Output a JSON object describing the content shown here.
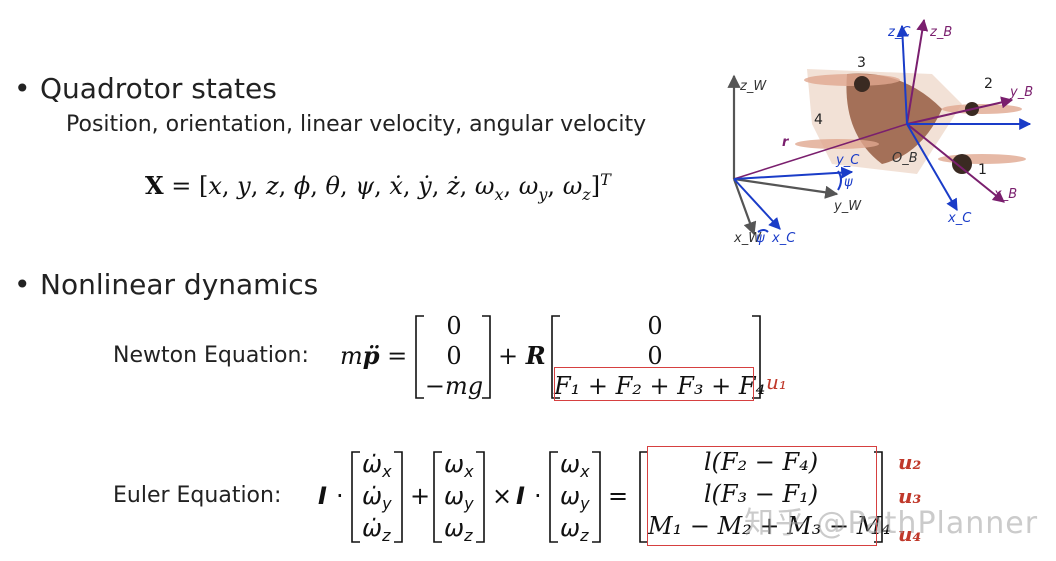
{
  "bullets": {
    "states_title": "Quadrotor states",
    "states_sub": "Position, orientation, linear velocity, angular velocity",
    "dynamics_title": "Nonlinear dynamics"
  },
  "state_eq": "X = [x, y, z, φ, θ, ψ, ẋ, ẏ, ż, ω_x, ω_y, ω_z]^T",
  "newton": {
    "label": "Newton Equation:",
    "lhs": "mp̈ =",
    "col1": [
      "0",
      "0",
      "−mg"
    ],
    "plus_r": "+ R",
    "col2": [
      "0",
      "0",
      "F₁ + F₂ + F₃ + F₄"
    ],
    "u_label": "u₁"
  },
  "euler": {
    "label": "Euler Equation:",
    "u_labels": [
      "u₂",
      "u₃",
      "u₄"
    ],
    "rhs": [
      "l(F₂ − F₄)",
      "l(F₃ − F₁)",
      "M₁ − M₂ + M₃ − M₄"
    ]
  },
  "diagram": {
    "axes": [
      "z_W",
      "y_W",
      "x_W",
      "z_C",
      "z_B",
      "y_B",
      "y_C",
      "x_B",
      "x_C",
      "O_B",
      "r",
      "ψ"
    ],
    "rotor_numbers": [
      "1",
      "2",
      "3",
      "4"
    ]
  },
  "watermark": "知乎 @PathPlanner",
  "colors": {
    "red_box": "#d64040",
    "axis_blue": "#1a3cc8",
    "axis_purple": "#7a1f6e",
    "axis_gray": "#555555"
  }
}
